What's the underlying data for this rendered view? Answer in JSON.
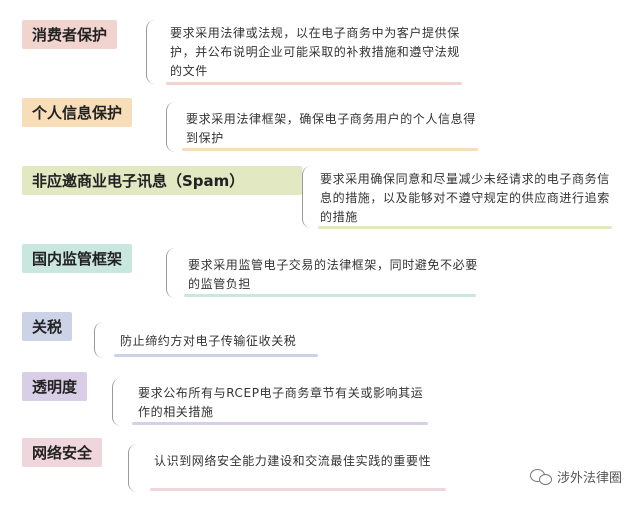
{
  "items": [
    {
      "label": "消费者保护",
      "desc": "要求采用法律或法规，以在电子商务中为客户提供保护，并公布说明企业可能采取的补救措施和遵守法规的文件",
      "color": "#f2d4cf"
    },
    {
      "label": "个人信息保护",
      "desc": "要求采用法律框架，确保电子商务用户的个人信息得到保护",
      "color": "#f7ddb8"
    },
    {
      "label": "非应邀商业电子讯息（Spam）",
      "desc": "要求采用确保同意和尽量减少未经请求的电子商务信息的措施，以及能够对不遵守规定的供应商进行追索的措施",
      "color": "#e1e8c2"
    },
    {
      "label": "国内监管框架",
      "desc": "要求采用监管电子交易的法律框架，同时避免不必要的监管负担",
      "color": "#c9e6df"
    },
    {
      "label": "关税",
      "desc": "防止缔约方对电子传输征收关税",
      "color": "#ccd3e6"
    },
    {
      "label": "透明度",
      "desc": "要求公布所有与RCEP电子商务章节有关或影响其运作的相关措施",
      "color": "#d8cee6"
    },
    {
      "label": "网络安全",
      "desc": "认识到网络安全能力建设和交流最佳实践的重要性",
      "color": "#efd5dc"
    }
  ],
  "watermark": {
    "text": "涉外法律圈",
    "icon": "wechat-icon"
  }
}
